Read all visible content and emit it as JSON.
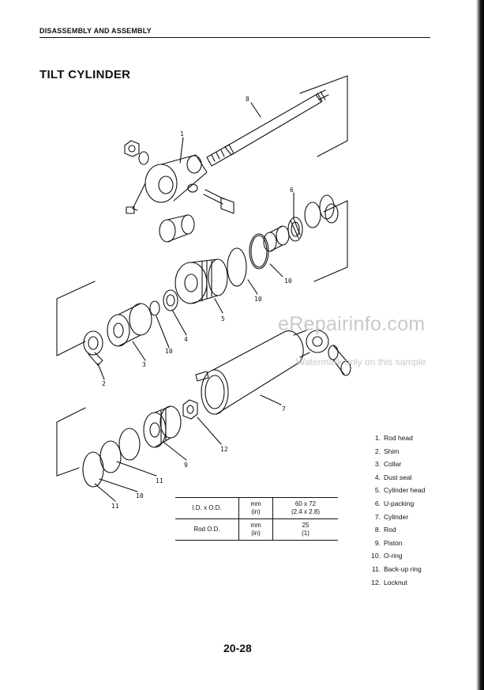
{
  "header": {
    "section": "DISASSEMBLY AND ASSEMBLY"
  },
  "title": "TILT CYLINDER",
  "callouts": {
    "c1": "1",
    "c2": "2",
    "c3": "3",
    "c4": "4",
    "c5": "5",
    "c6": "6",
    "c7": "7",
    "c8": "8",
    "c9": "9",
    "c10a": "10",
    "c10b": "10",
    "c10c": "10",
    "c10d": "10",
    "c11a": "11",
    "c11b": "11",
    "c12": "12"
  },
  "watermark": {
    "main": "eRepairinfo.com",
    "sub": "Watermark only on this sample"
  },
  "spec_table": {
    "rows": [
      {
        "label": "I.D. x O.D.",
        "unit_mm": "mm",
        "unit_in": "(in)",
        "value_mm": "60 x 72",
        "value_in": "(2.4 x 2.8)"
      },
      {
        "label": "Rod O.D.",
        "unit_mm": "mm",
        "unit_in": "(in)",
        "value_mm": "25",
        "value_in": "(1)"
      }
    ]
  },
  "parts_list": [
    {
      "num": "1.",
      "name": "Rod head"
    },
    {
      "num": "2.",
      "name": "Shim"
    },
    {
      "num": "3.",
      "name": "Collar"
    },
    {
      "num": "4.",
      "name": "Dust seal"
    },
    {
      "num": "5.",
      "name": "Cylinder head"
    },
    {
      "num": "6.",
      "name": "U-packing"
    },
    {
      "num": "7.",
      "name": "Cylinder"
    },
    {
      "num": "8.",
      "name": "Rod"
    },
    {
      "num": "9.",
      "name": "Piston"
    },
    {
      "num": "10.",
      "name": "O-ring"
    },
    {
      "num": "11.",
      "name": "Back-up ring"
    },
    {
      "num": "12.",
      "name": "Locknut"
    }
  ],
  "page_number": "20-28"
}
